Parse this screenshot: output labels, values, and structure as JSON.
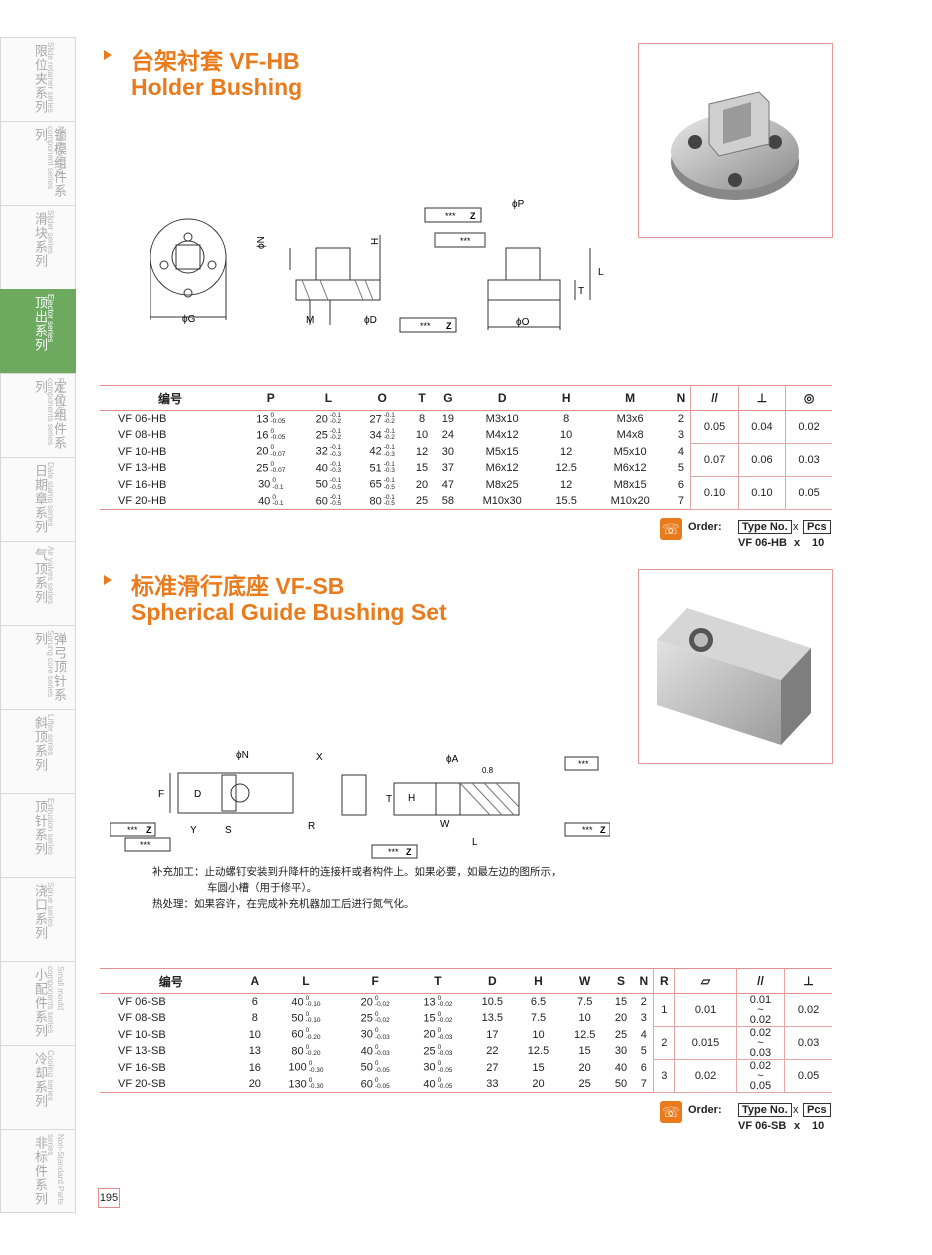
{
  "sidebar": [
    {
      "cn": "限位夹系列",
      "en": "Slide retainer series",
      "active": false
    },
    {
      "cn": "锁模组件系列",
      "en": "Mode locking component series",
      "active": false
    },
    {
      "cn": "滑块系列",
      "en": "Slider series",
      "active": false
    },
    {
      "cn": "顶出系列",
      "en": "Ejector series",
      "active": true
    },
    {
      "cn": "定位组件系列",
      "en": "Positioning components series",
      "active": false
    },
    {
      "cn": "日期章系列",
      "en": "Date stamp series",
      "active": false
    },
    {
      "cn": "气顶系列",
      "en": "Air valves series",
      "active": false
    },
    {
      "cn": "弹弓顶针系列",
      "en": "Sprung core series",
      "active": false
    },
    {
      "cn": "斜顶系列",
      "en": "Lifter series",
      "active": false
    },
    {
      "cn": "顶针系列",
      "en": "Extrusion series",
      "active": false
    },
    {
      "cn": "浇口系列",
      "en": "Sprue series",
      "active": false
    },
    {
      "cn": "小配件系列",
      "en": "Small mould components series",
      "active": false
    },
    {
      "cn": "冷却系列",
      "en": "Cooling series",
      "active": false
    },
    {
      "cn": "非标件系列",
      "en": "Non-Standard Parts series",
      "active": false
    }
  ],
  "section1": {
    "title_cn": "台架衬套  VF-HB",
    "title_en": "Holder Bushing",
    "drawing_labels": {
      "phiG": "ϕG",
      "phiN": "ϕN",
      "H": "H",
      "M": "M",
      "phiD": "ϕD",
      "phiP": "ϕP",
      "L": "L",
      "T": "T",
      "phiO": "ϕO",
      "Z": "Z",
      "stars": "***"
    },
    "table": {
      "headers": [
        "编号",
        "P",
        "L",
        "O",
        "T",
        "G",
        "D",
        "H",
        "M",
        "N",
        "//",
        "⊥",
        "◎"
      ],
      "rows": [
        {
          "code": "VF 06-HB",
          "P": "13",
          "P_up": "0",
          "P_lo": "-0.05",
          "L": "20",
          "L_up": "-0.1",
          "L_lo": "-0.2",
          "O": "27",
          "O_up": "-0.1",
          "O_lo": "-0.2",
          "T": "8",
          "G": "19",
          "D": "M3x10",
          "H": "8",
          "M": "M3x6",
          "N": "2"
        },
        {
          "code": "VF 08-HB",
          "P": "16",
          "P_up": "0",
          "P_lo": "-0.05",
          "L": "25",
          "L_up": "-0.1",
          "L_lo": "-0.2",
          "O": "34",
          "O_up": "-0.1",
          "O_lo": "-0.2",
          "T": "10",
          "G": "24",
          "D": "M4x12",
          "H": "10",
          "M": "M4x8",
          "N": "3"
        },
        {
          "code": "VF 10-HB",
          "P": "20",
          "P_up": "0",
          "P_lo": "-0.07",
          "L": "32",
          "L_up": "-0.1",
          "L_lo": "-0.3",
          "O": "42",
          "O_up": "-0.1",
          "O_lo": "-0.3",
          "T": "12",
          "G": "30",
          "D": "M5x15",
          "H": "12",
          "M": "M5x10",
          "N": "4"
        },
        {
          "code": "VF 13-HB",
          "P": "25",
          "P_up": "0",
          "P_lo": "-0.07",
          "L": "40",
          "L_up": "-0.1",
          "L_lo": "-0.3",
          "O": "51",
          "O_up": "-0.1",
          "O_lo": "-0.3",
          "T": "15",
          "G": "37",
          "D": "M6x12",
          "H": "12.5",
          "M": "M6x12",
          "N": "5"
        },
        {
          "code": "VF 16-HB",
          "P": "30",
          "P_up": "0",
          "P_lo": "-0.1",
          "L": "50",
          "L_up": "-0.1",
          "L_lo": "-0.5",
          "O": "65",
          "O_up": "-0.1",
          "O_lo": "-0.5",
          "T": "20",
          "G": "47",
          "D": "M8x25",
          "H": "12",
          "M": "M8x15",
          "N": "6"
        },
        {
          "code": "VF 20-HB",
          "P": "40",
          "P_up": "0",
          "P_lo": "-0.1",
          "L": "60",
          "L_up": "-0.1",
          "L_lo": "-0.5",
          "O": "80",
          "O_up": "-0.1",
          "O_lo": "-0.5",
          "T": "25",
          "G": "58",
          "D": "M10x30",
          "H": "15.5",
          "M": "M10x20",
          "N": "7"
        }
      ],
      "tolerances": [
        {
          "par": "0.05",
          "perp": "0.04",
          "conc": "0.02"
        },
        {
          "par": "0.07",
          "perp": "0.06",
          "conc": "0.03"
        },
        {
          "par": "0.10",
          "perp": "0.10",
          "conc": "0.05"
        }
      ]
    },
    "order": {
      "label": "Order:",
      "type_no": "Type No.",
      "x": "x",
      "pcs": "Pcs",
      "example_code": "VF 06-HB",
      "example_x": "x",
      "example_qty": "10"
    }
  },
  "section2": {
    "title_cn": "标准滑行底座  VF-SB",
    "title_en": "Spherical Guide Bushing Set",
    "drawing_labels": {
      "phiN": "ϕN",
      "F": "F",
      "D": "D",
      "Y": "Y",
      "S": "S",
      "R": "R",
      "X": "X",
      "phiA": "ϕA",
      "T": "T",
      "H": "H",
      "W": "W",
      "L": "L",
      "Z": "Z",
      "stars": "***",
      "r08": "0.8"
    },
    "notes": [
      "补充加工：止动螺钉安装到升降杆的连接杆或者构件上。如果必要，如最左边的图所示，",
      "车圆小槽（用于修平）。",
      "热处理：如果容许，在完成补充机器加工后进行氮气化。"
    ],
    "table": {
      "headers": [
        "编号",
        "A",
        "L",
        "F",
        "T",
        "D",
        "H",
        "W",
        "S",
        "N",
        "R",
        "▱",
        "//",
        "⊥"
      ],
      "rows": [
        {
          "code": "VF 06-SB",
          "A": "6",
          "L": "40",
          "L_up": "0",
          "L_lo": "-0.10",
          "F": "20",
          "F_up": "0",
          "F_lo": "-0.02",
          "T": "13",
          "T_up": "0",
          "T_lo": "-0.02",
          "D": "10.5",
          "H": "6.5",
          "W": "7.5",
          "S": "15",
          "N": "2"
        },
        {
          "code": "VF 08-SB",
          "A": "8",
          "L": "50",
          "L_up": "0",
          "L_lo": "-0.10",
          "F": "25",
          "F_up": "0",
          "F_lo": "-0.02",
          "T": "15",
          "T_up": "0",
          "T_lo": "-0.02",
          "D": "13.5",
          "H": "7.5",
          "W": "10",
          "S": "20",
          "N": "3"
        },
        {
          "code": "VF 10-SB",
          "A": "10",
          "L": "60",
          "L_up": "0",
          "L_lo": "-0.20",
          "F": "30",
          "F_up": "0",
          "F_lo": "-0.03",
          "T": "20",
          "T_up": "0",
          "T_lo": "-0.03",
          "D": "17",
          "H": "10",
          "W": "12.5",
          "S": "25",
          "N": "4"
        },
        {
          "code": "VF 13-SB",
          "A": "13",
          "L": "80",
          "L_up": "0",
          "L_lo": "-0.20",
          "F": "40",
          "F_up": "0",
          "F_lo": "-0.03",
          "T": "25",
          "T_up": "0",
          "T_lo": "-0.03",
          "D": "22",
          "H": "12.5",
          "W": "15",
          "S": "30",
          "N": "5"
        },
        {
          "code": "VF 16-SB",
          "A": "16",
          "L": "100",
          "L_up": "0",
          "L_lo": "-0.30",
          "F": "50",
          "F_up": "0",
          "F_lo": "-0.05",
          "T": "30",
          "T_up": "0",
          "T_lo": "-0.05",
          "D": "27",
          "H": "15",
          "W": "20",
          "S": "40",
          "N": "6"
        },
        {
          "code": "VF 20-SB",
          "A": "20",
          "L": "130",
          "L_up": "0",
          "L_lo": "-0.30",
          "F": "60",
          "F_up": "0",
          "F_lo": "-0.05",
          "T": "40",
          "T_up": "0",
          "T_lo": "-0.05",
          "D": "33",
          "H": "20",
          "W": "25",
          "S": "50",
          "N": "7"
        }
      ],
      "groups": [
        {
          "R": "1",
          "flat": "0.01",
          "par_top": "0.01",
          "par_tilde": "~",
          "par_bot": "0.02",
          "perp": "0.02"
        },
        {
          "R": "2",
          "flat": "0.015",
          "par_top": "0.02",
          "par_tilde": "~",
          "par_bot": "0.03",
          "perp": "0.03"
        },
        {
          "R": "3",
          "flat": "0.02",
          "par_top": "0.02",
          "par_tilde": "~",
          "par_bot": "0.05",
          "perp": "0.05"
        }
      ]
    },
    "order": {
      "label": "Order:",
      "type_no": "Type No.",
      "x": "x",
      "pcs": "Pcs",
      "example_code": "VF 06-SB",
      "example_x": "x",
      "example_qty": "10"
    }
  },
  "page_number": "195",
  "colors": {
    "accent": "#e97b1c",
    "active_tab": "#6daa60",
    "rule": "#e58b8b"
  }
}
